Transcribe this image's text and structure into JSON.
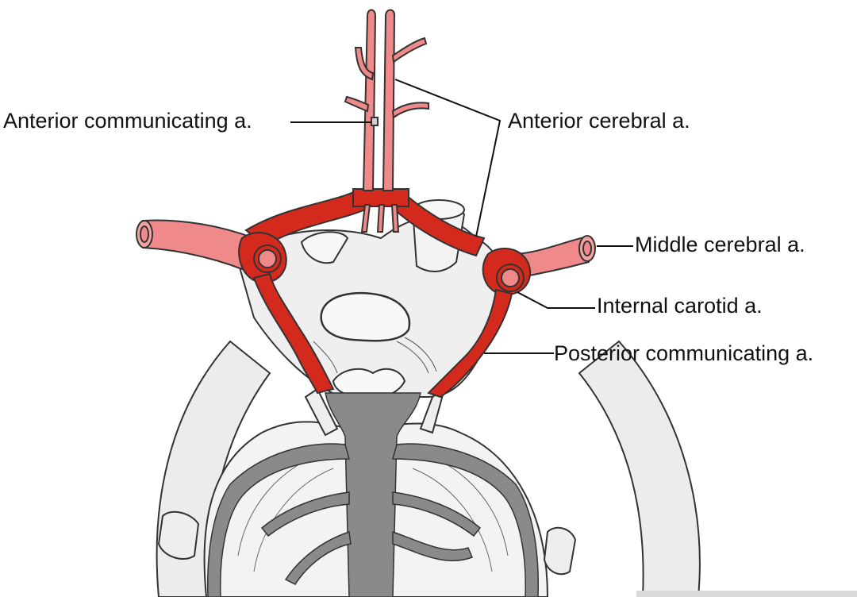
{
  "labels": {
    "anterior_communicating": "Anterior communicating a.",
    "anterior_cerebral": "Anterior cerebral a.",
    "middle_cerebral": "Middle cerebral a.",
    "internal_carotid": "Internal carotid a.",
    "posterior_communicating": "Posterior communicating a."
  },
  "colors": {
    "artery_dark_red": "#d42a1e",
    "artery_light_red": "#f08a8a",
    "vein_gray": "#8a8a8a",
    "bone_light_gray": "#ececec",
    "outline": "#222222"
  }
}
